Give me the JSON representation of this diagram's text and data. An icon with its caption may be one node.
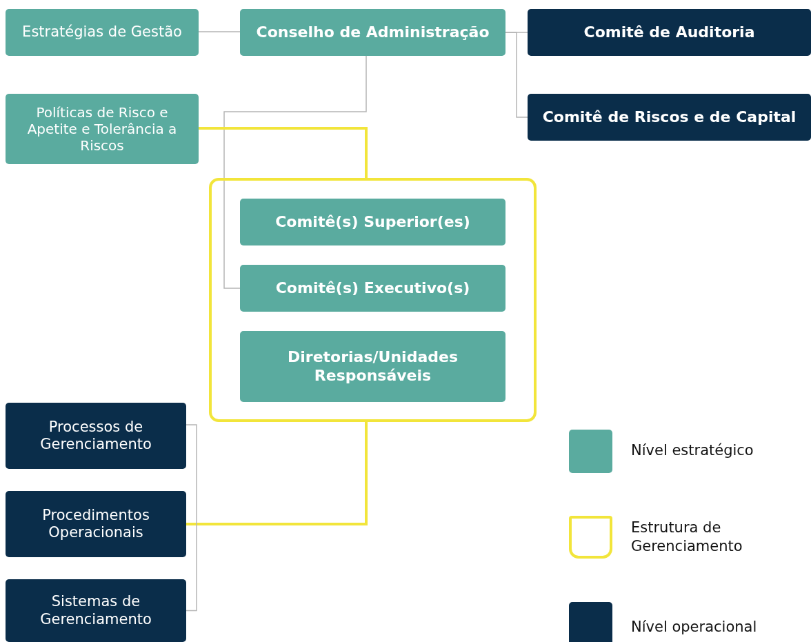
{
  "diagram": {
    "nodes": [
      {
        "text": [
          "Estratégias de Gestão"
        ]
      },
      {
        "text": [
          "Conselho de Administração"
        ]
      },
      {
        "text": [
          "Comitê de Auditoria"
        ]
      },
      {
        "text": [
          "Comitê de Riscos e de Capital"
        ]
      },
      {
        "text": [
          "Políticas de Risco e Apetite e Tolerância a Riscos"
        ]
      },
      {
        "text": [],
        "shape": "box"
      },
      {
        "text": [
          "Comitê(s) Superior(es)"
        ],
        "in": 5
      },
      {
        "text": [
          "Comitê(s) Executivo(s)"
        ],
        "in": 5
      },
      {
        "text": [
          "Diretorias/Unidades Responsáveis"
        ],
        "in": 5
      },
      {
        "text": [
          "Processos de Gerenciamento"
        ]
      },
      {
        "text": [
          "Procedimentos Operacionais"
        ]
      },
      {
        "text": [
          "Sistemas de Gerenciamento"
        ]
      }
    ],
    "edges": [
      {
        "from": 0,
        "to": 1,
        "arrow": "none"
      },
      {
        "from": 1,
        "to": 2,
        "arrow": "none"
      },
      {
        "from": 1,
        "to": 3,
        "arrow": "none"
      },
      {
        "from": 1,
        "to": 7,
        "arrow": "none"
      },
      {
        "from": 4,
        "to": 5,
        "arrow": "none",
        "style": "thick",
        "color": "#f2e53b"
      },
      {
        "from": 5,
        "to": 10,
        "arrow": "none",
        "style": "thick",
        "color": "#f2e53b"
      },
      {
        "from": 9,
        "to": 11,
        "arrow": "none"
      }
    ],
    "legend": [
      {
        "text": "Nível estratégico",
        "color": "#5aab9f"
      },
      {
        "text": "Estrutura de Gerenciamento"
      },
      {
        "text": "Nível operacional",
        "color": "#0a2d4a"
      }
    ]
  }
}
